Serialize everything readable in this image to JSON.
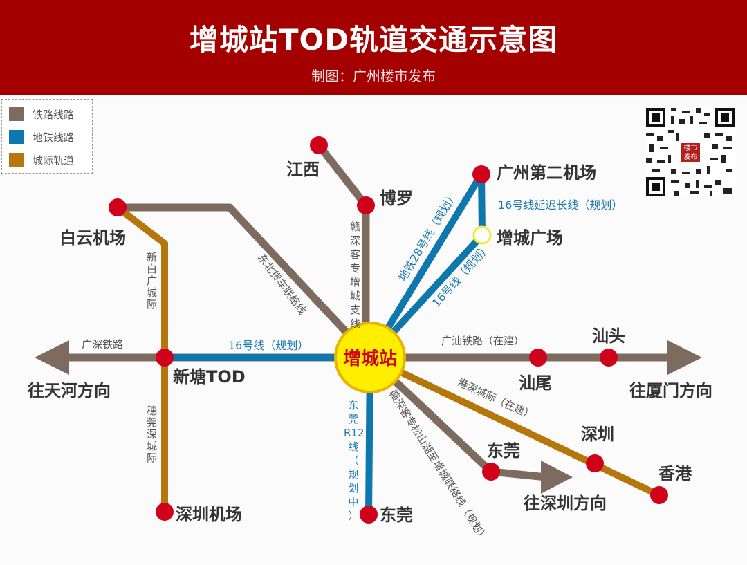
{
  "header": {
    "title": "增城站TOD轨道交通示意图",
    "subtitle": "制图：广州楼市发布"
  },
  "legend": [
    {
      "label": "铁路线路",
      "color": "#7d6b60"
    },
    {
      "label": "地铁线路",
      "color": "#0e77ae"
    },
    {
      "label": "城际轨道",
      "color": "#b5770c"
    }
  ],
  "colors": {
    "rail": "#7d6b60",
    "metro": "#0e77ae",
    "intercity": "#b5770c",
    "station": "#d0021b",
    "hub": "#ffee00",
    "header": "#a40000"
  },
  "hub": {
    "label": "增城站"
  },
  "stations": {
    "jiangxi": "江西",
    "boluo": "博罗",
    "gz_second_airport": "广州第二机场",
    "zengcheng_square": "增城广场",
    "baiyun_airport": "白云机场",
    "xintang_tod": "新塘TOD",
    "shenzhen_airport": "深圳机场",
    "dongguan_south": "东莞",
    "dongguan_east": "东莞",
    "shanwei": "汕尾",
    "shantou": "汕头",
    "shenzhen": "深圳",
    "hongkong": "香港"
  },
  "directions": {
    "tianhe": "往天河方向",
    "xiamen": "往厦门方向",
    "shenzhen": "往深圳方向"
  },
  "lines": {
    "guangshen_rail": "广深铁路",
    "line16_west": "16号线（规划）",
    "guangshan_rail": "广汕铁路（在建）",
    "gangshen_intercity": "港深城际（在建）",
    "xinbai_intercity": "新白广城际",
    "suiguanshen_intercity": "穗莞深城际",
    "dongbei_hub": "东北货车联络线",
    "ganshen_branch": "赣深客专增城支线",
    "metro28": "地铁28号线（规划）",
    "line16_ne": "16号线（规划）",
    "line16_ext": "16号线延迟长线（规划）",
    "dongguan_r12": [
      "东莞",
      "R12",
      "线",
      "（",
      "规",
      "划",
      "中",
      "）"
    ],
    "ganshen_link": "赣深客专松山湖至增城联络线（规划）"
  },
  "qr": {
    "badge": "楼市发布"
  }
}
